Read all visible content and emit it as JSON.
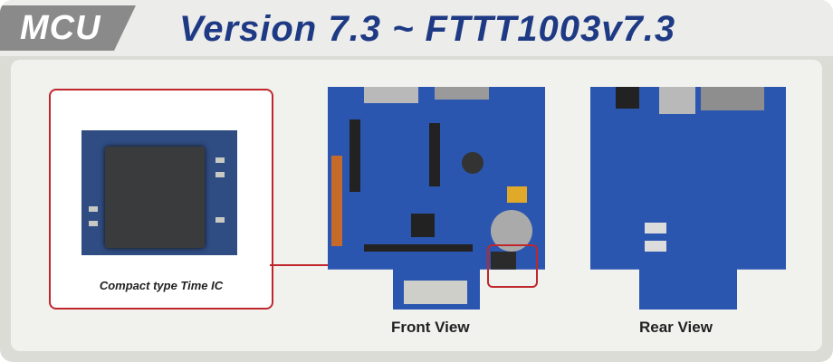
{
  "header": {
    "section_tab": "MCU",
    "title": "Version 7.3 ~ FTTT1003v7.3"
  },
  "zoom_panel": {
    "caption": "Compact type Time IC"
  },
  "views": {
    "front_label": "Front View",
    "rear_label": "Rear View"
  },
  "colors": {
    "title_blue": "#1e3a84",
    "highlight_red": "#c0272d",
    "pcb_blue": "#2b56b0",
    "tab_gray": "#8a8a8a"
  }
}
